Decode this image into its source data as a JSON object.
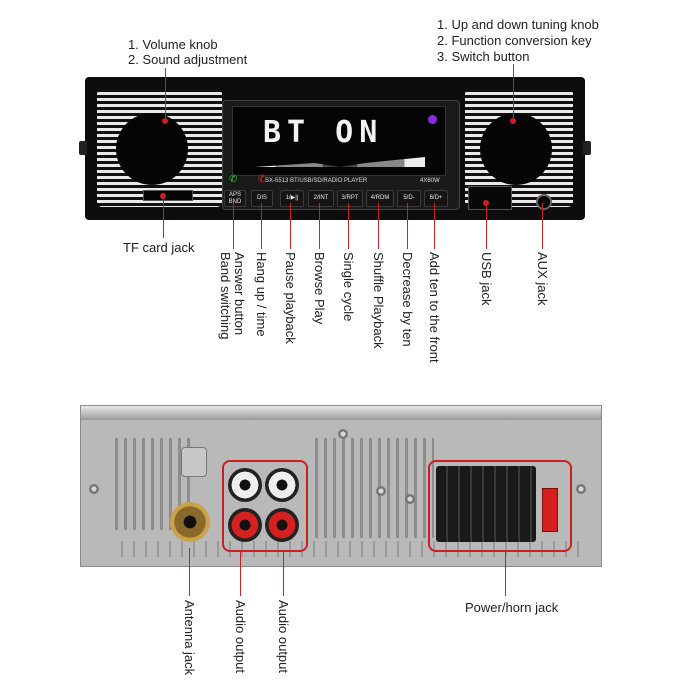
{
  "front_labels": {
    "left_knob": [
      "1. Volume knob",
      "2. Sound adjustment"
    ],
    "right_knob": [
      "1. Up and down tuning knob",
      "2. Function conversion key",
      "3. Switch button"
    ],
    "tf_card": "TF card jack"
  },
  "display": {
    "main_text": "BT ON",
    "model_text": "SX-5513  BT/USB/SD/RADIO PLAYER",
    "power_text": "4X60W"
  },
  "buttons": [
    "APS BND",
    "DIS",
    "1/▶||",
    "2/INT",
    "3/RPT",
    "4/RDM",
    "5/D-",
    "6/D+"
  ],
  "button_callouts": [
    "Answer button\nBand switching",
    "Hang up / time",
    "Pause playback",
    "Browse Play",
    "Single cycle",
    "Shuffle Playback",
    "Decrease by ten",
    "Add ten to the front"
  ],
  "port_callouts": {
    "usb": "USB jack",
    "aux": "AUX jack"
  },
  "rear_labels": {
    "antenna": "Antenna jack",
    "audio_1": "Audio output",
    "audio_2": "Audio output",
    "power": "Power/horn jack"
  },
  "colors": {
    "callout_red": "#cc1f1f",
    "lcd_white": "#f2f2f2",
    "accent_purple": "#8a2be2"
  }
}
